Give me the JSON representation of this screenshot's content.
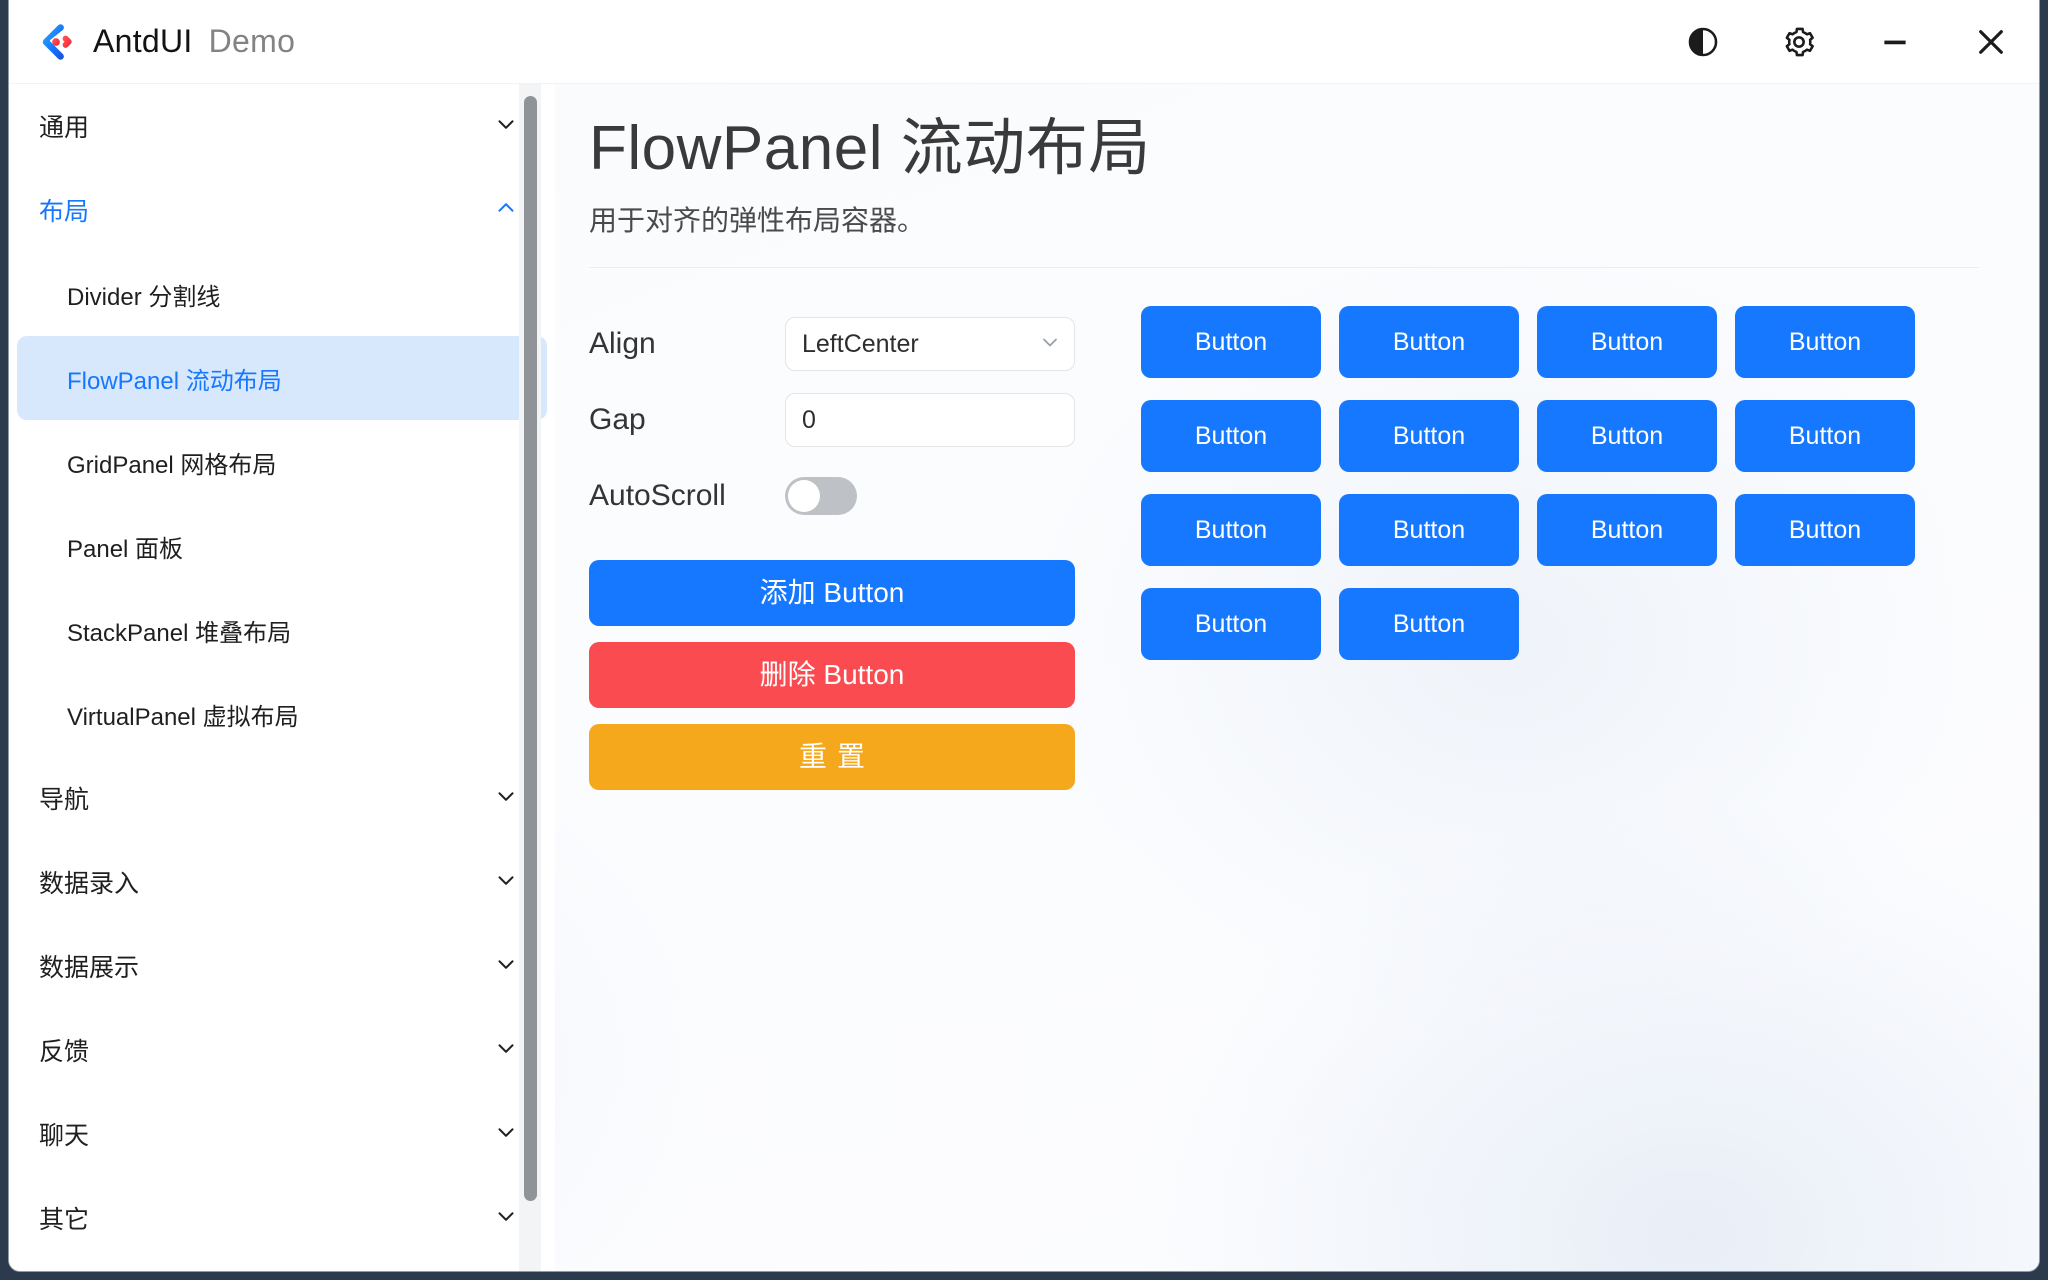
{
  "window": {
    "app_name": "AntdUI",
    "app_suffix": "Demo",
    "logo_icon": "antdui-diamond-logo",
    "controls": [
      {
        "name": "theme-toggle",
        "icon": "half-circle-contrast-icon",
        "tooltip": ""
      },
      {
        "name": "settings",
        "icon": "gear-icon",
        "tooltip": ""
      },
      {
        "name": "minimize",
        "icon": "minimize-icon",
        "tooltip": ""
      },
      {
        "name": "close",
        "icon": "close-icon",
        "tooltip": ""
      }
    ]
  },
  "sidebar": {
    "nodes": [
      {
        "type": "group",
        "label": "通用",
        "expanded": false,
        "chevron": "chevron-down-icon"
      },
      {
        "type": "group",
        "label": "布局",
        "expanded": true,
        "chevron": "chevron-up-icon"
      },
      {
        "type": "item",
        "label": "Divider 分割线",
        "active": false
      },
      {
        "type": "item",
        "label": "FlowPanel 流动布局",
        "active": true
      },
      {
        "type": "item",
        "label": "GridPanel 网格布局",
        "active": false
      },
      {
        "type": "item",
        "label": "Panel 面板",
        "active": false
      },
      {
        "type": "item",
        "label": "StackPanel 堆叠布局",
        "active": false
      },
      {
        "type": "item",
        "label": "VirtualPanel 虚拟布局",
        "active": false
      },
      {
        "type": "group",
        "label": "导航",
        "expanded": false,
        "chevron": "chevron-down-icon"
      },
      {
        "type": "group",
        "label": "数据录入",
        "expanded": false,
        "chevron": "chevron-down-icon"
      },
      {
        "type": "group",
        "label": "数据展示",
        "expanded": false,
        "chevron": "chevron-down-icon"
      },
      {
        "type": "group",
        "label": "反馈",
        "expanded": false,
        "chevron": "chevron-down-icon"
      },
      {
        "type": "group",
        "label": "聊天",
        "expanded": false,
        "chevron": "chevron-down-icon"
      },
      {
        "type": "group",
        "label": "其它",
        "expanded": false,
        "chevron": "chevron-down-icon"
      }
    ],
    "scrollbar": {
      "name": "sidebar-scrollbar"
    }
  },
  "main": {
    "title": "FlowPanel 流动布局",
    "description": "用于对齐的弹性布局容器。",
    "controls": {
      "align": {
        "label": "Align",
        "value": "LeftCenter",
        "chevron": "chevron-down-icon"
      },
      "gap": {
        "label": "Gap",
        "value": "0",
        "placeholder": ""
      },
      "autoscroll": {
        "label": "AutoScroll",
        "checked": false
      }
    },
    "actions": [
      {
        "label": "添加 Button",
        "style": "primary",
        "name": "add-button-action"
      },
      {
        "label": "删除 Button",
        "style": "danger",
        "name": "delete-button-action"
      },
      {
        "label": "重置",
        "style": "warn",
        "name": "reset-action"
      }
    ],
    "flow_panel": {
      "button_label": "Button",
      "button_count": 14
    }
  },
  "colors": {
    "primary": "#1677ff",
    "danger": "#fa4b50",
    "warning": "#f5a81c",
    "active_nav_bg": "#d7e8fd",
    "active_nav_text": "#1677ff",
    "switch_off": "#bec1c5",
    "desktop": "#2b3a4d"
  }
}
